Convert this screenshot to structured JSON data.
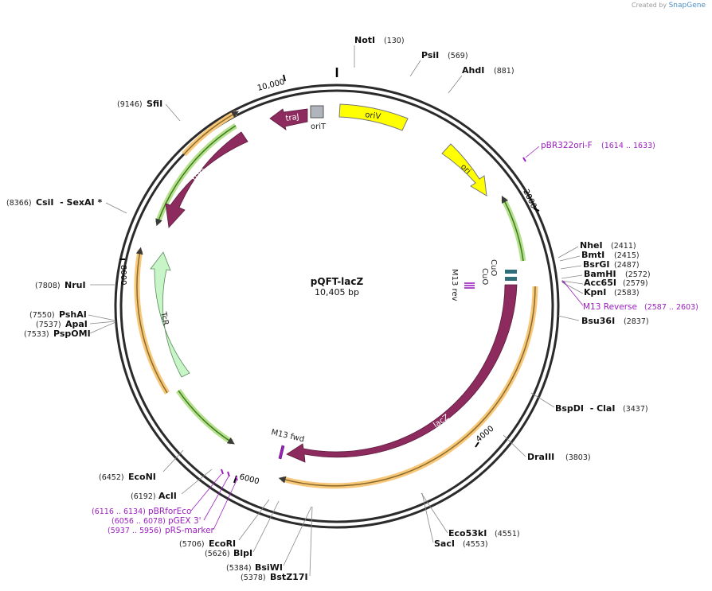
{
  "header": {
    "created_by": "Created by",
    "brand": "SnapGene"
  },
  "plasmid": {
    "name": "pQFT-lacZ",
    "size_label": "10,405 bp",
    "length_bp": 10405
  },
  "ticks": [
    {
      "label": "2000",
      "bp": 2000
    },
    {
      "label": "4000",
      "bp": 4000
    },
    {
      "label": "6000",
      "bp": 6000
    },
    {
      "label": "8000",
      "bp": 8000
    },
    {
      "label": "10,000",
      "bp": 10000
    }
  ],
  "enzymes": [
    {
      "name": "NotI",
      "pos": "(130)",
      "bp": 130
    },
    {
      "name": "PsiI",
      "pos": "(569)",
      "bp": 569
    },
    {
      "name": "AhdI",
      "pos": "(881)",
      "bp": 881
    },
    {
      "name": "NheI",
      "pos": "(2411)",
      "bp": 2411
    },
    {
      "name": "BmtI",
      "pos": "(2415)",
      "bp": 2415
    },
    {
      "name": "BsrGI",
      "pos": "(2487)",
      "bp": 2487
    },
    {
      "name": "BamHI",
      "pos": "(2572)",
      "bp": 2572
    },
    {
      "name": "Acc65I",
      "pos": "(2579)",
      "bp": 2579
    },
    {
      "name": "KpnI",
      "pos": "(2583)",
      "bp": 2583
    },
    {
      "name": "Bsu36I",
      "pos": "(2837)",
      "bp": 2837
    },
    {
      "name": "BspDI  - ClaI",
      "pos": "(3437)",
      "bp": 3437
    },
    {
      "name": "DraIII",
      "pos": "(3803)",
      "bp": 3803
    },
    {
      "name": "Eco53kI",
      "pos": "(4551)",
      "bp": 4551
    },
    {
      "name": "SacI",
      "pos": "(4553)",
      "bp": 4553
    },
    {
      "name": "BstZ17I",
      "pos": "(5378)",
      "bp": 5378
    },
    {
      "name": "BsiWI",
      "pos": "(5384)",
      "bp": 5384
    },
    {
      "name": "BlpI",
      "pos": "(5626)",
      "bp": 5626
    },
    {
      "name": "EcoRI",
      "pos": "(5706)",
      "bp": 5706
    },
    {
      "name": "AclI",
      "pos": "(6192)",
      "bp": 6192
    },
    {
      "name": "EcoNI",
      "pos": "(6452)",
      "bp": 6452
    },
    {
      "name": "PspOMI",
      "pos": "(7533)",
      "bp": 7533
    },
    {
      "name": "ApaI",
      "pos": "(7537)",
      "bp": 7537
    },
    {
      "name": "PshAI",
      "pos": "(7550)",
      "bp": 7550
    },
    {
      "name": "NruI",
      "pos": "(7808)",
      "bp": 7808
    },
    {
      "name": "CsiI  - SexAI *",
      "pos": "(8366)",
      "bp": 8366
    },
    {
      "name": "SfiI",
      "pos": "(9146)",
      "bp": 9146
    }
  ],
  "primers": [
    {
      "name": "pBR322ori-F",
      "range": "(1614 .. 1633)"
    },
    {
      "name": "M13 Reverse",
      "range": "(2587 .. 2603)"
    },
    {
      "name": "pBRforEco",
      "range": "(6116 .. 6134)"
    },
    {
      "name": "pGEX 3'",
      "range": "(6056 .. 6078)"
    },
    {
      "name": "pRS-marker",
      "range": "(5937 .. 5956)"
    }
  ],
  "features": {
    "oriV": "oriV",
    "ori": "ori",
    "oriT": "oriT",
    "traJ": "traJ",
    "trfA": "trfA",
    "TcR": "TcR",
    "lacZ": "lacZ",
    "CuO1": "CuO",
    "CuO2": "CuO",
    "M13rev": "M13 rev",
    "M13fwd": "M13 fwd"
  },
  "colors": {
    "backbone": "#2b2b2b",
    "feature_purple": "#8e2b5e",
    "ori_yellow": "#ffff00",
    "tcr_green": "#c8f5c8",
    "primer_purple": "#9b1fbf",
    "orange_halo": "#f7c77a",
    "green_halo": "#b6e08e",
    "cuo_teal": "#2f6d7a"
  }
}
